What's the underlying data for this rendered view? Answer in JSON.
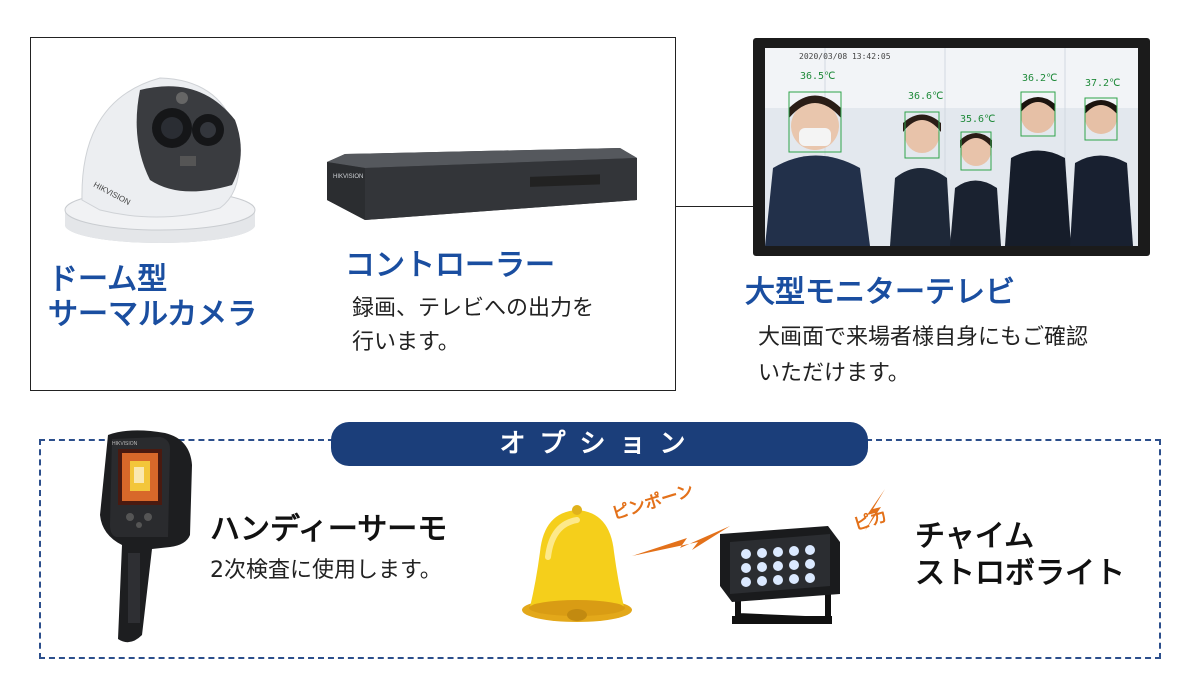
{
  "system": {
    "camera_title_line1": "ドーム型",
    "camera_title_line2": "サーマルカメラ",
    "controller_title": "コントローラー",
    "controller_desc_line1": "録画、テレビへの出力を",
    "controller_desc_line2": "行います。",
    "camera_brand": "HIKVISION",
    "nvr_brand": "HIKVISION"
  },
  "monitor": {
    "timestamp": "2020/03/08 13:42:05",
    "temperatures": [
      "36.5℃",
      "36.6℃",
      "35.6℃",
      "36.2℃",
      "37.2℃"
    ],
    "title": "大型モニターテレビ",
    "desc_line1": "大画面で来場者様自身にもご確認",
    "desc_line2": "いただけます。"
  },
  "options": {
    "badge": "オプション",
    "handy_title": "ハンディーサーモ",
    "handy_desc": "2次検査に使用します。",
    "handy_brand": "HIKVISION",
    "bell_sound": "ピンポーン",
    "strobe_sound": "ピカ",
    "chime_title_line1": "チャイム",
    "chime_title_line2": "ストロボライト"
  },
  "colors": {
    "title_blue": "#1a4ea0",
    "badge_navy": "#1b3e7a",
    "dashed_border": "#2c4f8c",
    "accent_orange": "#e3711a",
    "bell_yellow": "#f5cf1b",
    "temp_green": "#1f8a3a"
  },
  "icons": [
    "dome-thermal-camera-image",
    "nvr-controller-image",
    "monitor-image",
    "handheld-thermometer-image",
    "bell-icon",
    "strobe-light-image"
  ]
}
